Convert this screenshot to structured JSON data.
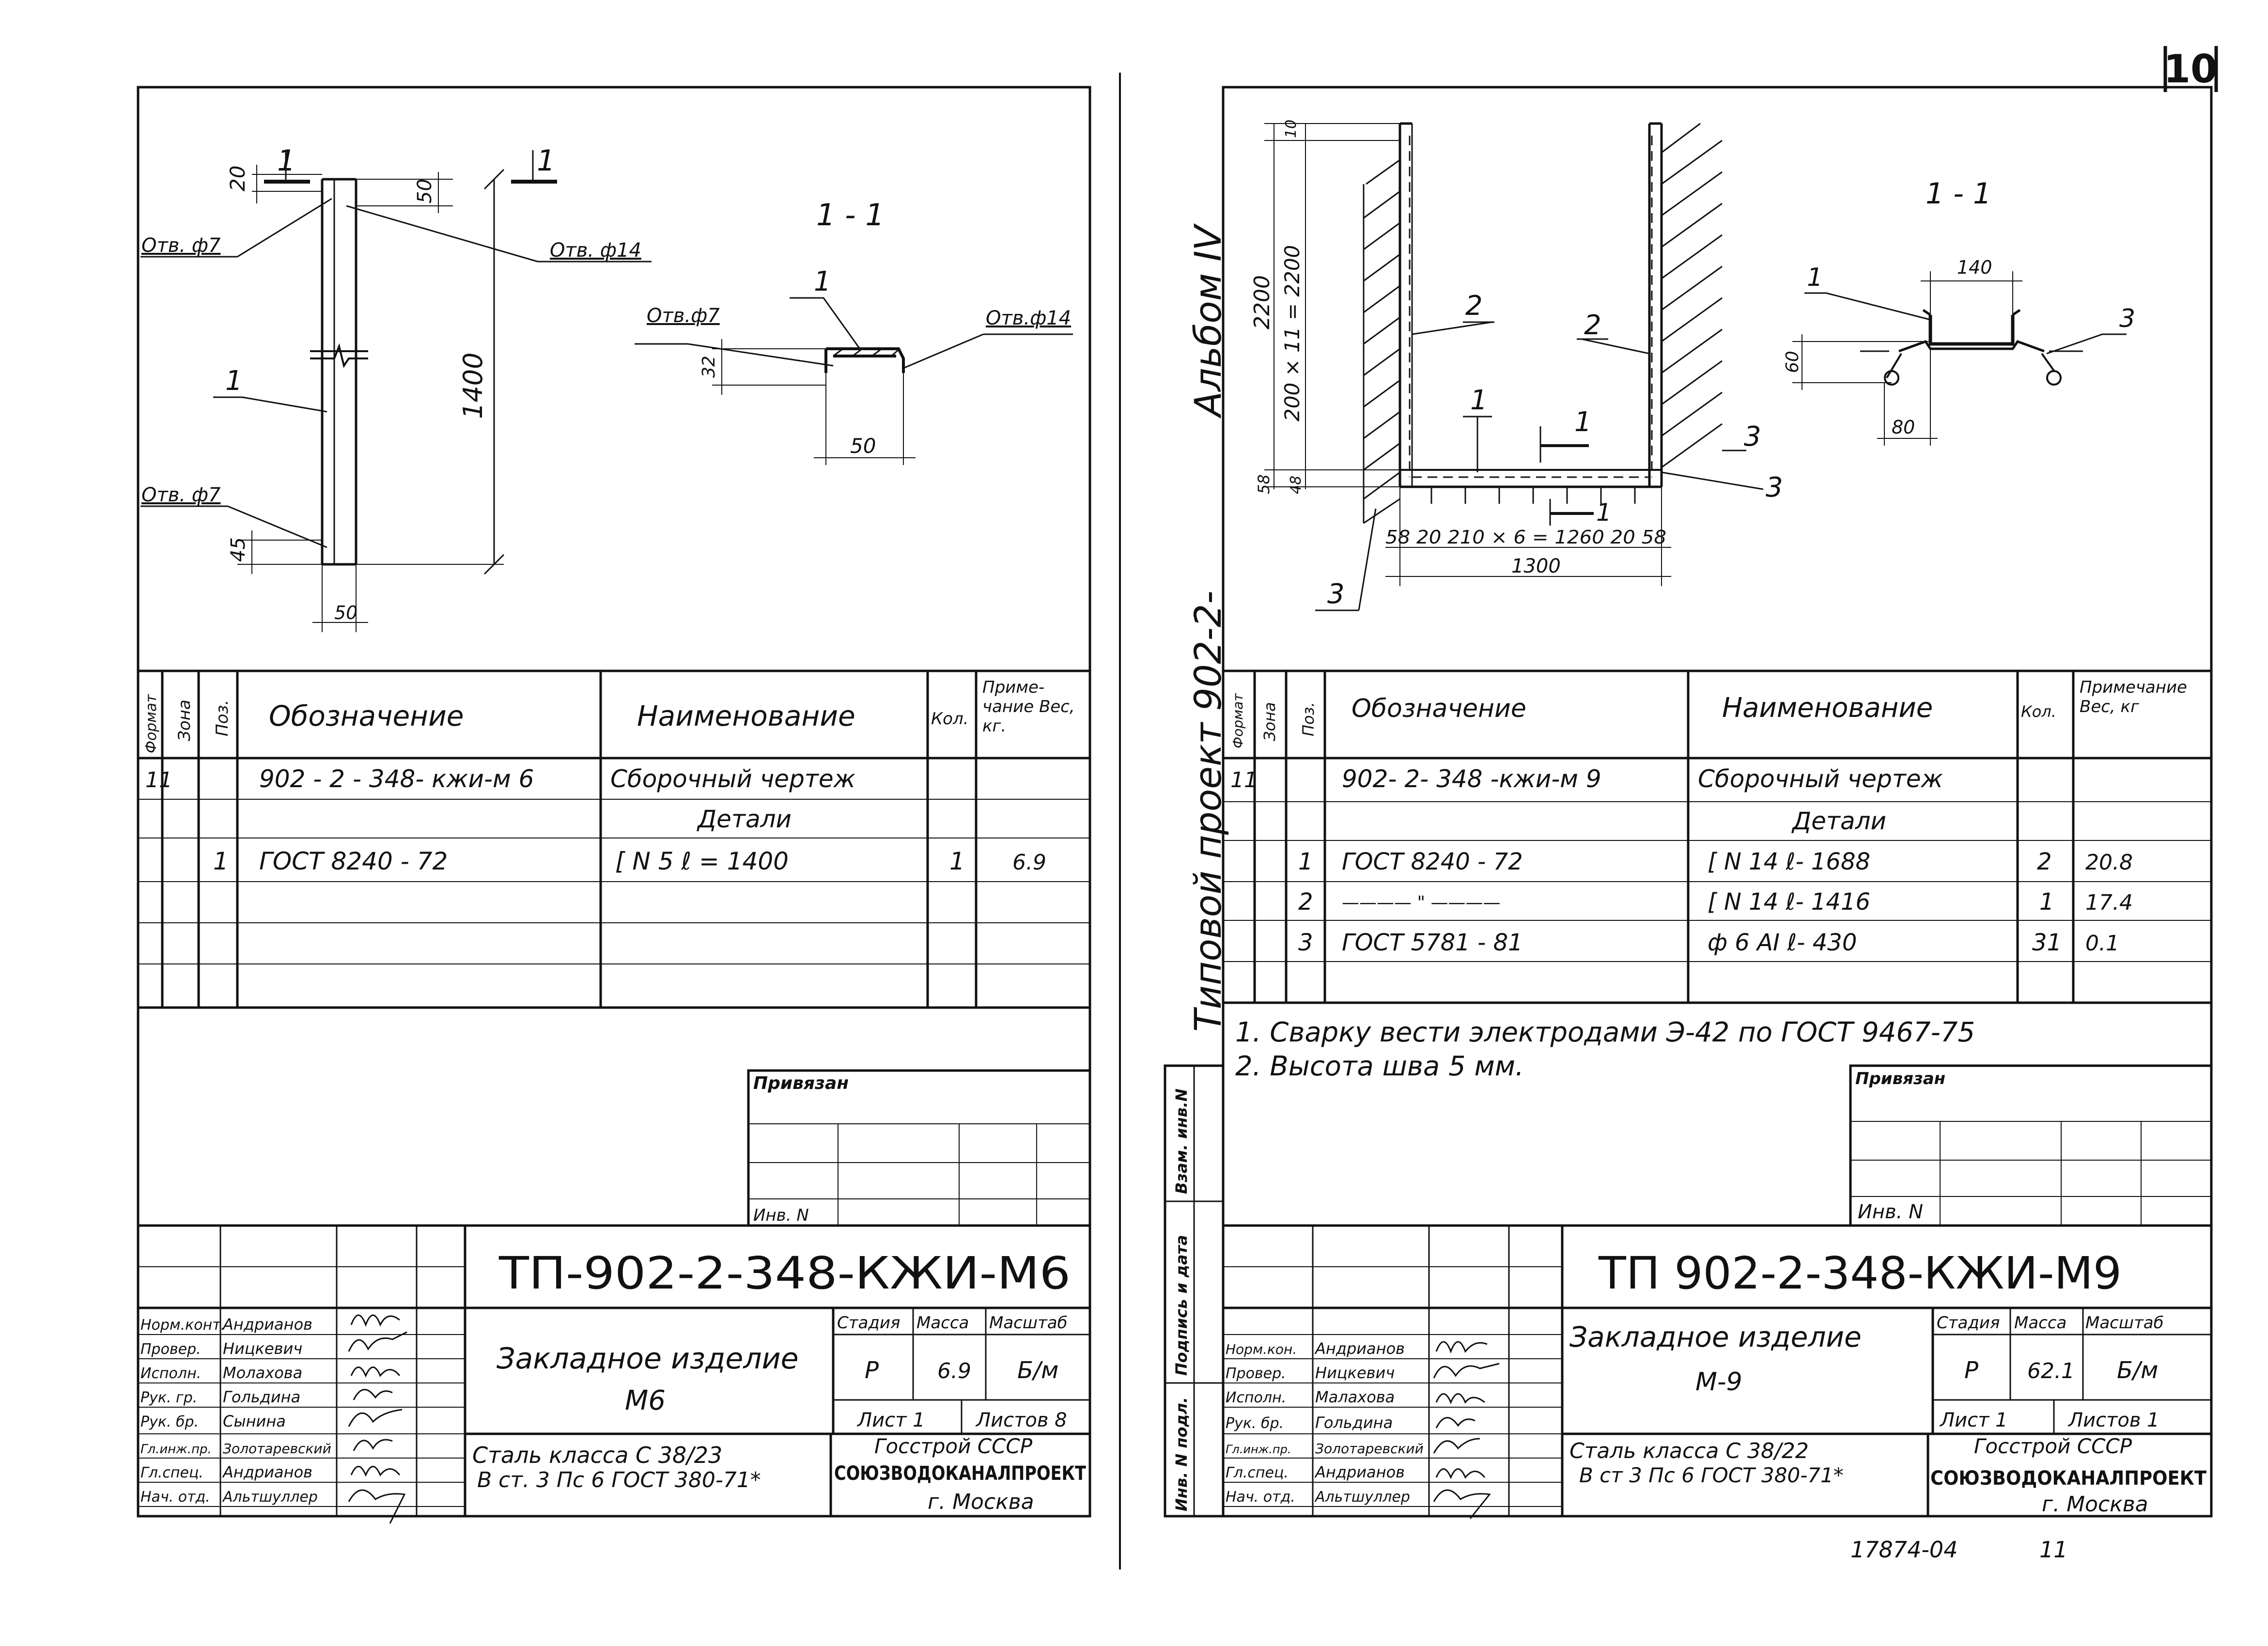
{
  "page_number": "10",
  "bottom_stamp": "17874-04",
  "bottom_sheet_no": "11",
  "vertical_album": "Альбом IV",
  "vertical_project": "Типовой проект 902-2-",
  "side_strip": {
    "inv": "Инв. N подл.",
    "sign": "Подпись и дата",
    "repl": "Взам. инв.N"
  },
  "left": {
    "drawing": {
      "section_mark": "1",
      "section_title": "1 - 1",
      "hole7_top": "Отв. ф7",
      "hole14": "Отв. ф14",
      "hole7_bottom": "Отв. ф7",
      "pos1": "1",
      "dim_20": "20",
      "dim_50_top": "50",
      "dim_1400": "1400",
      "dim_45": "45",
      "dim_50_bottom": "50",
      "sec_hole7": "Отв.ф7",
      "sec_hole14": "Отв.ф14",
      "sec_pos1": "1",
      "sec_dim_32": "32",
      "sec_dim_50": "50"
    },
    "spec_headers": {
      "format": "Формат",
      "zone": "Зона",
      "pos": "Поз.",
      "designation": "Обозначение",
      "name": "Наименование",
      "qty": "Кол.",
      "note": "Приме-чание Вес, кг."
    },
    "spec_rows": [
      {
        "format": "11",
        "zone": "",
        "pos": "",
        "designation": "902 - 2 - 348- кжи-м 6",
        "name": "Сборочный чертеж",
        "qty": "",
        "note": ""
      },
      {
        "format": "",
        "zone": "",
        "pos": "",
        "designation": "",
        "name": "Детали",
        "qty": "",
        "note": ""
      },
      {
        "format": "",
        "zone": "",
        "pos": "1",
        "designation": "ГОСТ 8240 - 72",
        "name": "[ N 5   ℓ = 1400",
        "qty": "1",
        "note": "6.9"
      }
    ],
    "privyazan": "Привязан",
    "inv_no": "Инв. N",
    "title_block": {
      "code": "ТП-902-2-348-КЖИ-М6",
      "item_name": "Закладное изделие",
      "item_code": "М6",
      "stage_h": "Стадия",
      "mass_h": "Масса",
      "scale_h": "Масштаб",
      "stage": "Р",
      "mass": "6.9",
      "scale": "Б/м",
      "sheet": "Лист 1",
      "sheets": "Листов 8",
      "material_1": "Сталь класса С 38/23",
      "material_2": "В ст. 3 Пс 6 ГОСТ 380-71*",
      "org_1": "Госстрой СССР",
      "org_2": "СОЮЗВОДОКАНАЛПРОЕКТ",
      "org_3": "г. Москва",
      "staff": [
        {
          "role": "Норм.конт.",
          "name": "Андрианов"
        },
        {
          "role": "Провер.",
          "name": "Ницкевич"
        },
        {
          "role": "Исполн.",
          "name": "Молахова"
        },
        {
          "role": "Рук. гр.",
          "name": "Гольдина"
        },
        {
          "role": "Рук. бр.",
          "name": "Сынина"
        },
        {
          "role": "Гл.инж.пр.",
          "name": "Золотаревский"
        },
        {
          "role": "Гл.спец.",
          "name": "Андрианов"
        },
        {
          "role": "Нач. отд.",
          "name": "Альтшуллер"
        }
      ]
    }
  },
  "right": {
    "drawing": {
      "section_title": "1 - 1",
      "pos2_left": "2",
      "pos2_right": "2",
      "pos1": "1",
      "pos3_right": "3",
      "pos3_right2": "3",
      "pos3_left": "3",
      "section_mark_top": "1",
      "section_mark_bottom": "1",
      "dim_10": "10",
      "dim_2200": "2200",
      "dim_200x11": "200 × 11 = 2200",
      "dim_58_v": "58",
      "dim_48": "48",
      "dim_bottom_row": "58   20   210 × 6 = 1260   20   58",
      "dim_1300": "1300",
      "sec_dim_140": "140",
      "sec_dim_60": "60",
      "sec_dim_80": "80",
      "sec_pos1": "1",
      "sec_pos3": "3"
    },
    "spec_headers": {
      "format": "Формат",
      "zone": "Зона",
      "pos": "Поз.",
      "designation": "Обозначение",
      "name": "Наименование",
      "qty": "Кол.",
      "note": "Примечание Вес, кг"
    },
    "spec_rows": [
      {
        "format": "11",
        "zone": "",
        "pos": "",
        "designation": "902- 2- 348 -кжи-м 9",
        "name": "Сборочный чертеж",
        "qty": "",
        "note": ""
      },
      {
        "format": "",
        "zone": "",
        "pos": "",
        "designation": "",
        "name": "Детали",
        "qty": "",
        "note": ""
      },
      {
        "format": "",
        "zone": "",
        "pos": "1",
        "designation": "ГОСТ 8240 - 72",
        "name": "[ N 14   ℓ- 1688",
        "qty": "2",
        "note": "20.8"
      },
      {
        "format": "",
        "zone": "",
        "pos": "2",
        "designation": "———— \" ————",
        "name": "[ N 14   ℓ- 1416",
        "qty": "1",
        "note": "17.4"
      },
      {
        "format": "",
        "zone": "",
        "pos": "3",
        "designation": "ГОСТ 5781 - 81",
        "name": "ф 6 АI   ℓ- 430",
        "qty": "31",
        "note": "0.1"
      }
    ],
    "note_1": "1. Сварку вести электродами Э-42 по ГОСТ 9467-75",
    "note_2": "2. Высота шва 5 мм.",
    "privyazan": "Привязан",
    "inv_no": "Инв. N",
    "title_block": {
      "code": "ТП 902-2-348-КЖИ-М9",
      "item_name": "Закладное изделие",
      "item_code": "М-9",
      "stage_h": "Стадия",
      "mass_h": "Масса",
      "scale_h": "Масштаб",
      "stage": "Р",
      "mass": "62.1",
      "scale": "Б/м",
      "sheet": "Лист 1",
      "sheets": "Листов 1",
      "material_1": "Сталь класса С 38/22",
      "material_2": "В ст 3 Пс 6 ГОСТ 380-71*",
      "org_1": "Госстрой СССР",
      "org_2": "СОЮЗВОДОКАНАЛПРОЕКТ",
      "org_3": "г. Москва",
      "staff": [
        {
          "role": "Норм.кон.",
          "name": "Андрианов"
        },
        {
          "role": "Провер.",
          "name": "Ницкевич"
        },
        {
          "role": "Исполн.",
          "name": "Малахова"
        },
        {
          "role": "Рук. бр.",
          "name": "Гольдина"
        },
        {
          "role": "Гл.инж.пр.",
          "name": "Золотаревский"
        },
        {
          "role": "Гл.спец.",
          "name": "Андрианов"
        },
        {
          "role": "Нач. отд.",
          "name": "Альтшуллер"
        }
      ]
    }
  }
}
